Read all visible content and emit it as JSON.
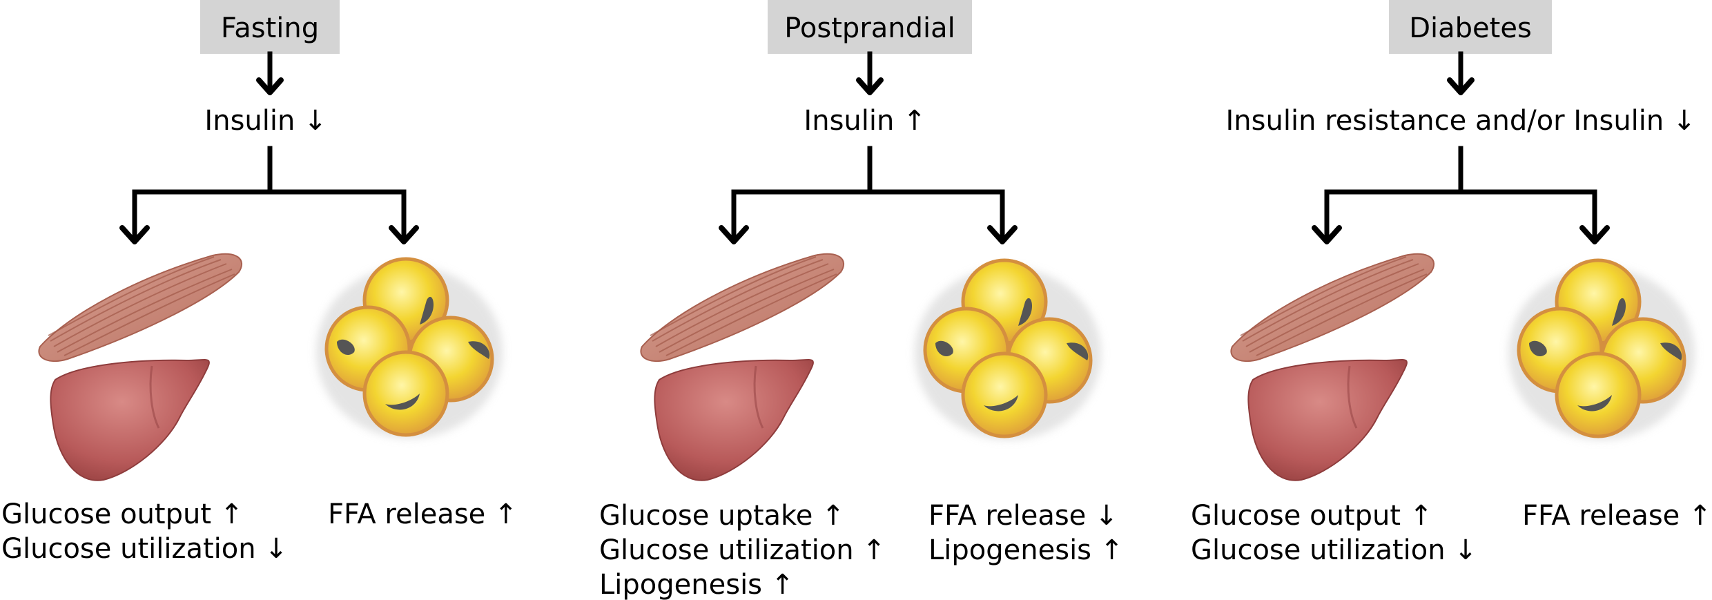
{
  "panels": [
    {
      "header": "Fasting",
      "hormone": "Insulin ↓",
      "left_outputs": [
        "Glucose output ↑",
        "Glucose utilization ↓"
      ],
      "right_outputs": [
        "FFA release ↑"
      ]
    },
    {
      "header": "Postprandial",
      "hormone": "Insulin ↑",
      "left_outputs": [
        "Glucose uptake ↑",
        "Glucose utilization ↑",
        "Lipogenesis ↑"
      ],
      "right_outputs": [
        "FFA release ↓",
        "Lipogenesis ↑"
      ]
    },
    {
      "header": "Diabetes",
      "hormone": "Insulin resistance and/or Insulin ↓",
      "left_outputs": [
        "Glucose output ↑",
        "Glucose utilization ↓"
      ],
      "right_outputs": [
        "FFA release ↑"
      ]
    }
  ],
  "colors": {
    "header_box": "#d4d4d4",
    "muscle": "#c98878",
    "liver": "#b55d5d",
    "fat_cell": "#f2cf2b",
    "fat_rim": "#d9903c",
    "nucleus": "#555555"
  }
}
